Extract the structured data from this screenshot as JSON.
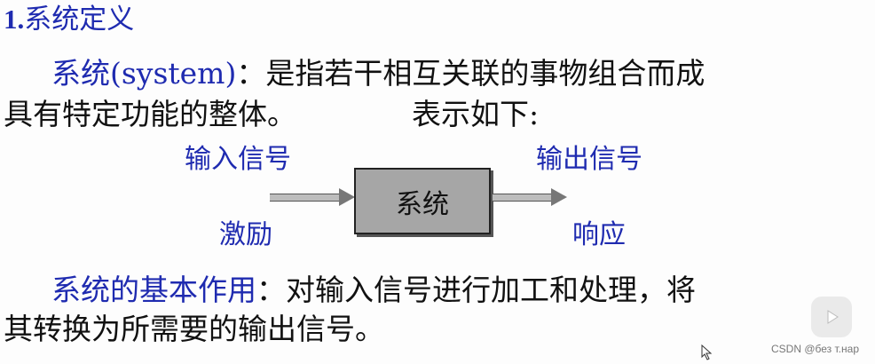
{
  "slide": {
    "heading": {
      "number": "1.",
      "text": "系统定义"
    },
    "definition": {
      "term": "系统(system)",
      "colon": "：",
      "line1_rest": "是指若干相互关联的事物组合而成",
      "line2_main": "具有特定功能的整体。",
      "line2_tail": "表示如下:"
    },
    "diagram": {
      "input_label": "输入信号",
      "output_label": "输出信号",
      "box_label": "系统",
      "stimulus_label": "激励",
      "response_label": "响应"
    },
    "role": {
      "term": "系统的基本作用",
      "colon": "：",
      "line1_rest": "对输入信号进行加工和处理，将",
      "line2": "其转换为所需要的输出信号。"
    }
  },
  "watermark": {
    "text": "CSDN @без т.нар"
  },
  "icons": {
    "play": "play-icon",
    "cursor": "mouse-cursor-icon"
  }
}
